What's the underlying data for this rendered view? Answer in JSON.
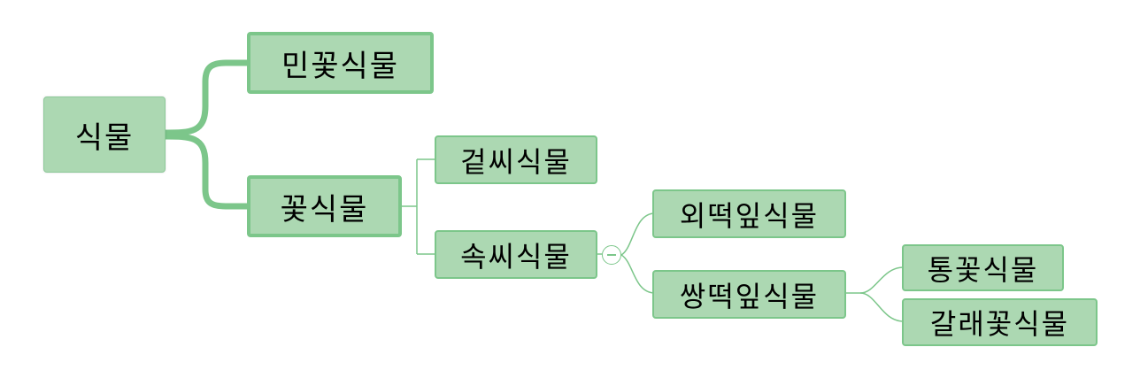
{
  "theme": {
    "node_fill": "#acd8b2",
    "node_border": "#7cc68a",
    "connector": "#7cc68a",
    "text": "#000000"
  },
  "mindmap": {
    "root": "식물",
    "branch_flowerless": "민꽃식물",
    "branch_flowering": "꽃식물",
    "gymnosperm": "겉씨식물",
    "angiosperm": "속씨식물",
    "monocot": "외떡잎식물",
    "dicot": "쌍떡잎식물",
    "sympetalous": "통꽃식물",
    "choripetalous": "갈래꽃식물"
  },
  "collapse_toggle": {
    "state": "expanded",
    "icon": "minus-icon"
  }
}
